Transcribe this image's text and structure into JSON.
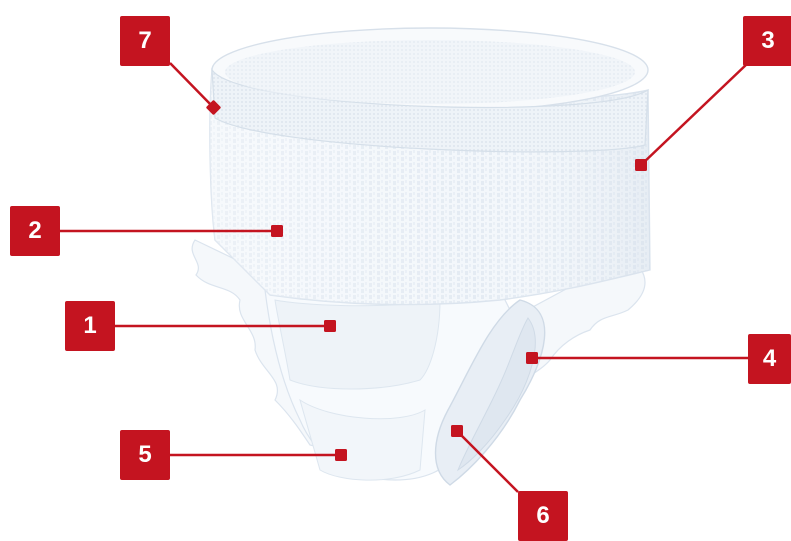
{
  "colors": {
    "accent": "#c41420",
    "product_fill": "#f4f8fc",
    "product_outline": "#dde6ef",
    "waistband": "#e9eef4"
  },
  "callouts": [
    {
      "id": "1",
      "label": "1"
    },
    {
      "id": "2",
      "label": "2"
    },
    {
      "id": "3",
      "label": "3"
    },
    {
      "id": "4",
      "label": "4"
    },
    {
      "id": "5",
      "label": "5"
    },
    {
      "id": "6",
      "label": "6"
    },
    {
      "id": "7",
      "label": "7"
    }
  ]
}
